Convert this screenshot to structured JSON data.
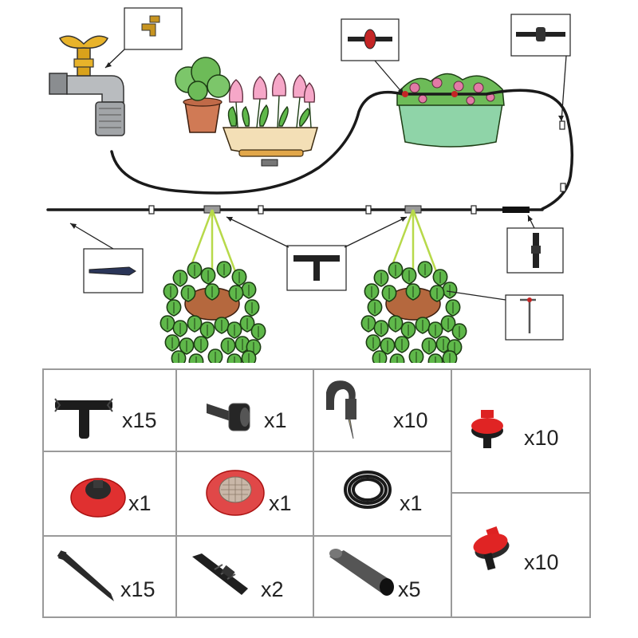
{
  "colors": {
    "tube": "#1a1a1a",
    "brass": "#d9a21b",
    "tap_metal": "#8a8d90",
    "leaf": "#5fb84a",
    "leaf_outline": "#1d3d14",
    "pot": "#c86b4a",
    "planter": "#f3dfb6",
    "flower_pink": "#f6a7c8",
    "dripper_red": "#e02424",
    "grid_line": "#9a9a9a"
  },
  "parts": [
    {
      "id": "tee-connector",
      "icon": "tee-connector-icon",
      "quantity": "x15"
    },
    {
      "id": "tap-adapter",
      "icon": "tap-adapter-icon",
      "quantity": "x1"
    },
    {
      "id": "tube-clip",
      "icon": "tube-clip-icon",
      "quantity": "x10"
    },
    {
      "id": "pressure-dripper-a",
      "icon": "pressure-dripper-icon",
      "quantity": "x10"
    },
    {
      "id": "red-filter-cap",
      "icon": "filter-cap-icon",
      "quantity": "x1"
    },
    {
      "id": "mesh-filter-washer",
      "icon": "mesh-filter-icon",
      "quantity": "x1"
    },
    {
      "id": "drip-tubing-coil",
      "icon": "tubing-coil-icon",
      "quantity": "x1"
    },
    {
      "id": "ground-stake",
      "icon": "ground-stake-icon",
      "quantity": "x15"
    },
    {
      "id": "straight-connector",
      "icon": "straight-connector-icon",
      "quantity": "x2"
    },
    {
      "id": "tube-plug",
      "icon": "tube-plug-icon",
      "quantity": "x5"
    },
    {
      "id": "pressure-dripper-b",
      "icon": "pressure-dripper-icon",
      "quantity": "x10"
    }
  ]
}
